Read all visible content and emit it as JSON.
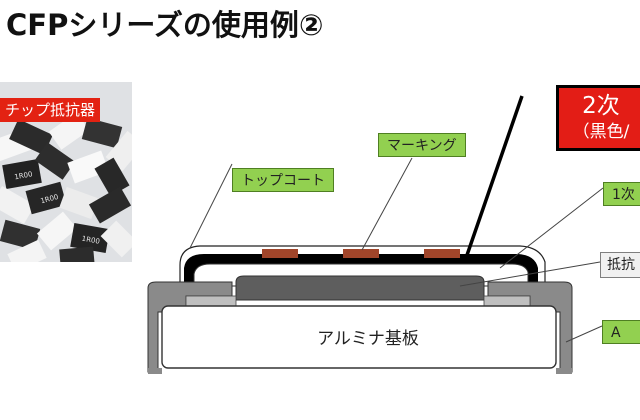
{
  "title": "CFPシリーズの使用例②",
  "photo": {
    "tag": "チップ抵抗器",
    "chip_marking": "1R00"
  },
  "labels": {
    "top_coat": "トップコート",
    "marking": "マーキング",
    "secondary_line1": "2次",
    "secondary_line2": "（黒色/",
    "primary": "1次",
    "resistor": "抵抗",
    "alumina_right": "A",
    "substrate": "アルミナ基板"
  },
  "colors": {
    "red_box": "#e31d16",
    "green_box": "#92d050",
    "black_coat": "#000000",
    "marking_color": "#a0452a",
    "electrode_grey": "#8a8a8a"
  }
}
